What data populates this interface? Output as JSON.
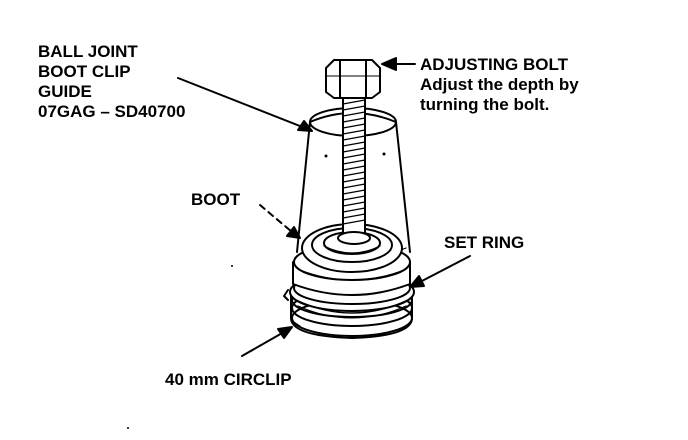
{
  "labels": {
    "tool": {
      "line1": "BALL JOINT",
      "line2": "BOOT CLIP",
      "line3": "GUIDE",
      "line4": "07GAG – SD40700"
    },
    "adjusting_bolt": {
      "title": "ADJUSTING BOLT",
      "note_line1": "Adjust the depth by",
      "note_line2": "turning the bolt."
    },
    "boot": "BOOT",
    "set_ring": "SET RING",
    "circlip": "40 mm CIRCLIP"
  },
  "colors": {
    "ink": "#000000",
    "paper": "#ffffff"
  }
}
